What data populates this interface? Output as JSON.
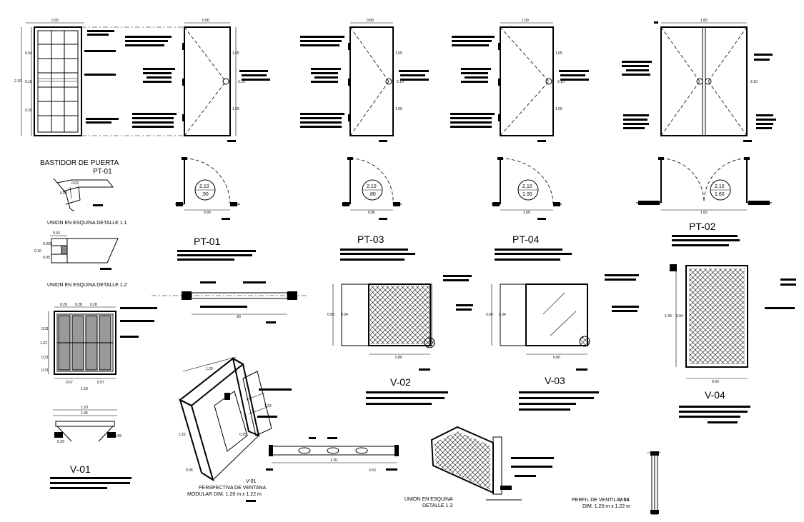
{
  "labels": {
    "bastidor": "BASTIDOR DE PUERTA",
    "pt01_small": "PT-01",
    "union_1_1": "UNION EN ESQUINA DETALLE 1.1",
    "union_1_2": "UNION EN ESQUINA DETALLE 1.2",
    "union_1_3_a": "UNION EN ESQUINA",
    "union_1_3_b": "DETALLE 1.3",
    "persp_a": "V-01",
    "persp_b": "PERSPECTIVA DE VENTANA",
    "persp_c": "MODULAR DIM. 1.20 m x 1.22 m",
    "profile_a": "PERFIL DE VENTILA.",
    "profile_code": "V-04",
    "profile_b": "DIM. 1.20 m x 1.22 m",
    "v01_mid_tag": "V-01"
  },
  "titles": {
    "pt01": "PT-01",
    "pt03": "PT-03",
    "pt04": "PT-04",
    "pt02": "PT-02",
    "v01": "V-01",
    "v02": "V-02",
    "v03": "V-03",
    "v04": "V-04"
  },
  "door_tags": {
    "pt01": {
      "h": "2.10",
      "w": ".90"
    },
    "pt03": {
      "h": "2.10",
      "w": ".80"
    },
    "pt04": {
      "h": "2.10",
      "w": "1.00"
    },
    "pt02": {
      "h": "2.10",
      "w": "1.60"
    }
  },
  "dims": {
    "bast_w": "0.90",
    "bast_h": "2.10",
    "bast_r1": "0.34",
    "bast_r2": "0.18",
    "bast_r3": "0.20",
    "pt01_w": "0.90",
    "pt03_w": "0.80",
    "pt04_w": "1.00",
    "pt02_w": "1.80",
    "elev_h": "2.10",
    "elev_a": "1.05",
    "elev_b": "1.05",
    "plan_pt01": "0.90",
    "plan_pt03": "0.80",
    "plan_pt04": "1.00",
    "plan_pt02": "1.60",
    "v01_w1": "0.28",
    "v01_w2": "0.28",
    "v01_w3": "0.28",
    "v01_h": "1.22",
    "v01_r1": "0.31",
    "v01_r2": "0.31",
    "v01_r3": "0.31",
    "v01_b1": "0.57",
    "v01_b2": "0.57",
    "v01_tot": "1.20",
    "v01_sec": "1.20",
    "v01_plan": "1.45",
    "v01_c1": "0.39",
    "v01_c2": "0.39",
    "v02_h": "0.50",
    "v02_hi": "0.34",
    "v02_w": "0.80",
    "v03_h": "0.60",
    "v03_hi": "0.34",
    "v03_w": "0.60",
    "v04_h": "1.30",
    "v04_hi": "0.94",
    "v04_w": "0.60",
    "mid_sec": "1.20",
    "bottom_sec": "1.20",
    "persp_w": "1.20",
    "persp_h": "1.22",
    "persp_a": "0.25",
    "persp_b": "0.35",
    "persp_c": "1.22",
    "det11_a": "0.03",
    "det11_b": "0.02",
    "det12_a": "0.03",
    "det12_b": "0.025",
    "det12_c": "0.10",
    "det12_d": "0.05",
    "sec_door": ".90"
  }
}
